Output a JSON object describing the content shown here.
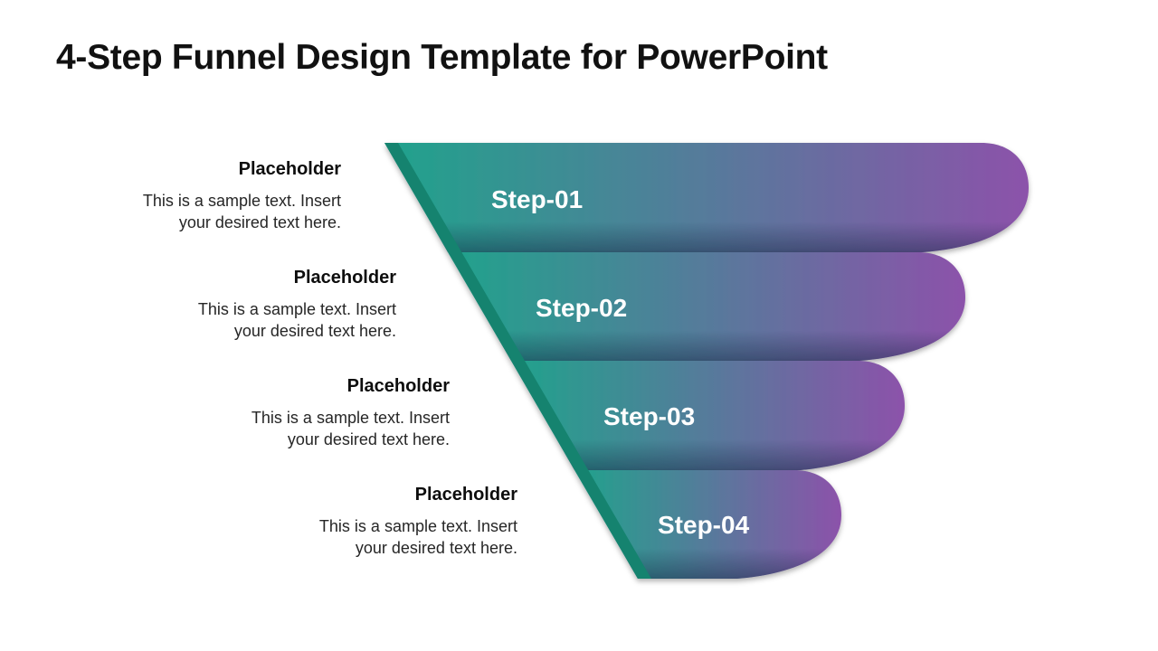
{
  "slide": {
    "title": "4-Step Funnel Design Template for PowerPoint"
  },
  "funnel": {
    "colors": {
      "gradient_start_teal": "#20A38C",
      "gradient_end_purple": "#8C52AA",
      "edge_bevel_teal": "#15836F",
      "title_text": "#111111",
      "step_label_text": "#FFFFFF",
      "background": "#FFFFFF"
    },
    "steps": [
      {
        "label": "Step-01",
        "heading": "Placeholder",
        "body_line1": "This is a sample text. Insert",
        "body_line2": "your desired text here."
      },
      {
        "label": "Step-02",
        "heading": "Placeholder",
        "body_line1": "This is a sample text. Insert",
        "body_line2": "your desired text here."
      },
      {
        "label": "Step-03",
        "heading": "Placeholder",
        "body_line1": "This is a sample text. Insert",
        "body_line2": "your desired text here."
      },
      {
        "label": "Step-04",
        "heading": "Placeholder",
        "body_line1": "This is a sample text. Insert",
        "body_line2": "your desired text here."
      }
    ]
  }
}
